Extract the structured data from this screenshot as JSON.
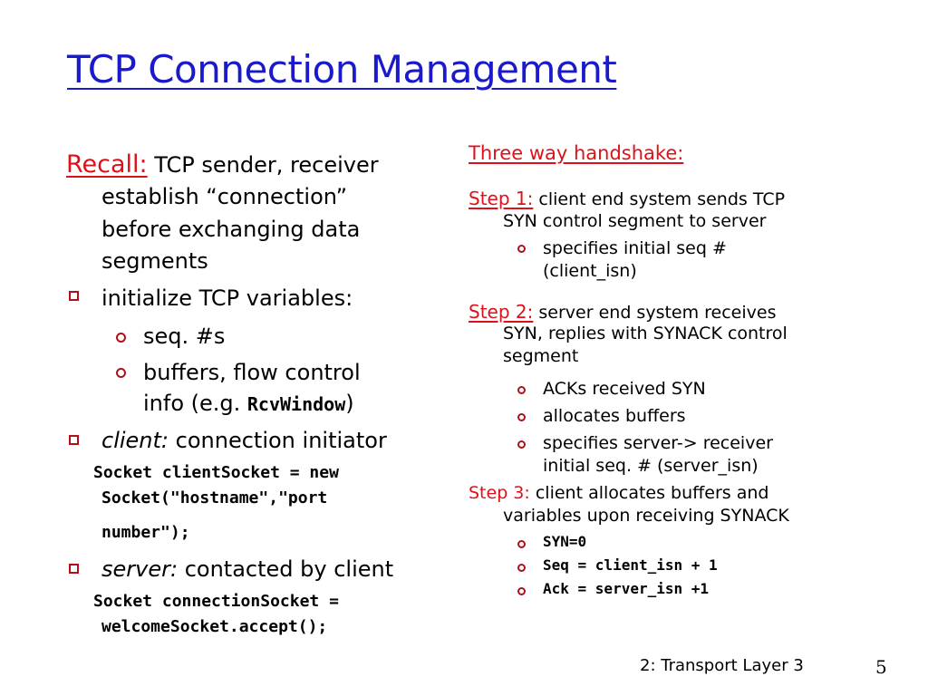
{
  "title": "TCP Connection Management",
  "left": {
    "recall_label": "Recall:",
    "recall_line1": "TCP sender, receiver",
    "recall_line2": "establish “connection”",
    "recall_line3": "before exchanging data",
    "recall_line4": "segments",
    "init_vars": "initialize TCP variables:",
    "seq": "seq. #s",
    "buffers_line1": "buffers, flow control",
    "buffers_line2_prefix": "info (e.g. ",
    "buffers_code": "RcvWindow",
    "buffers_line2_suffix": ")",
    "client_label": "client:",
    "client_text": "connection initiator",
    "client_code1": "Socket clientSocket = new",
    "client_code2": "Socket(\"hostname\",\"port",
    "client_code3": "number\");",
    "server_label": "server:",
    "server_text": "contacted by client",
    "server_code1": "Socket connectionSocket =",
    "server_code2": "welcomeSocket.accept();"
  },
  "right": {
    "heading": "Three way handshake:",
    "step1_label": "Step 1:",
    "step1_line1": "client end system sends TCP",
    "step1_line2": "SYN control segment to server",
    "step1_sub1_line1": "specifies initial seq #",
    "step1_sub1_line2": "(client_isn)",
    "step2_label": "Step 2:",
    "step2_line1": "server end system receives",
    "step2_line2": "SYN, replies with SYNACK control",
    "step2_line3": "segment",
    "step2_sub1": "ACKs received SYN",
    "step2_sub2": "allocates buffers",
    "step2_sub3_line1": "specifies server-> receiver",
    "step2_sub3_line2": "initial seq. # (server_isn)",
    "step3_label": "Step 3:",
    "step3_line1": "client allocates buffers and",
    "step3_line2": "variables upon receiving SYNACK",
    "step3_sub1": "SYN=0",
    "step3_sub2": "Seq = client_isn + 1",
    "step3_sub3": "Ack = server_isn +1"
  },
  "footer": {
    "label": "2: Transport Layer 3",
    "page": "5"
  },
  "colors": {
    "title": "#1a1acc",
    "accent_red": "#e0101a",
    "bullet": "#b01018"
  }
}
